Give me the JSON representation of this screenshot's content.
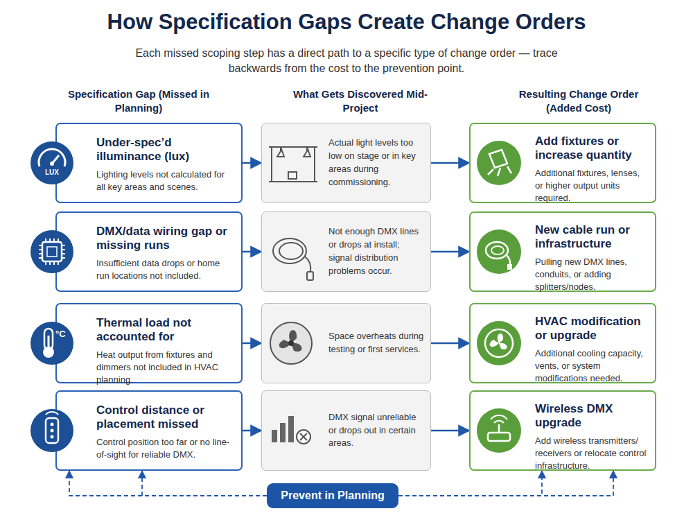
{
  "diagram": {
    "title": "How Specification Gaps Create Change Orders",
    "caption": "Each missed scoping step has a direct path to a specific type of change order — trace backwards from the cost to the prevention point.",
    "nodes": [
      {
        "text": [
          "Under-spec’d illuminance (lux)",
          "Lighting levels not calculated for all key areas and scenes."
        ]
      },
      {
        "text": [
          "Actual light levels too low on stage or in key areas during commissioning."
        ]
      },
      {
        "text": [
          "Add fixtures or increase quantity",
          "Additional fixtures, lenses, or higher output units required."
        ]
      },
      {
        "text": [
          "DMX/data wiring gap or missing runs",
          "Insufficient data drops or home run locations not included."
        ]
      },
      {
        "text": [
          "Not enough DMX lines or drops at install; signal distribution problems occur."
        ]
      },
      {
        "text": [
          "New cable run or infrastructure",
          "Pulling new DMX lines, conduits, or adding splitters/nodes."
        ]
      },
      {
        "text": [
          "Thermal load not accounted for",
          "Heat output from fixtures and dimmers not included in HVAC planning."
        ]
      },
      {
        "text": [
          "Space overheats during testing or first services."
        ]
      },
      {
        "text": [
          "HVAC modification or upgrade",
          "Additional cooling capacity, vents, or system modifications needed."
        ]
      },
      {
        "text": [
          "Control distance or placement missed",
          "Control position too far or no line-of-sight for reliable DMX."
        ]
      },
      {
        "text": [
          "DMX signal unreliable or drops out in certain areas."
        ]
      },
      {
        "text": [
          "Wireless DMX upgrade",
          "Add wireless transmitters/ receivers or relocate control infrastructure."
        ]
      },
      {
        "text": [
          "Prevent in Planning"
        ]
      }
    ],
    "edges": [
      {
        "from": 0,
        "to": 1,
        "arrow": "to"
      },
      {
        "from": 1,
        "to": 2,
        "arrow": "to"
      },
      {
        "from": 3,
        "to": 4,
        "arrow": "to"
      },
      {
        "from": 4,
        "to": 5,
        "arrow": "to"
      },
      {
        "from": 6,
        "to": 7,
        "arrow": "to"
      },
      {
        "from": 7,
        "to": 8,
        "arrow": "to"
      },
      {
        "from": 9,
        "to": 10,
        "arrow": "to"
      },
      {
        "from": 10,
        "to": 11,
        "arrow": "to"
      },
      {
        "from": 12,
        "to": 9,
        "arrow": "to"
      },
      {
        "from": 12,
        "to": 9,
        "arrow": "to"
      },
      {
        "from": 12,
        "to": 11,
        "arrow": "to"
      },
      {
        "from": 12,
        "to": 11,
        "arrow": "to"
      }
    ],
    "labels": [
      "Specification Gap (Missed in Planning)",
      "What Gets Discovered Mid-Project",
      "Resulting Change Order (Added Cost)",
      "LUX",
      "°C"
    ]
  }
}
